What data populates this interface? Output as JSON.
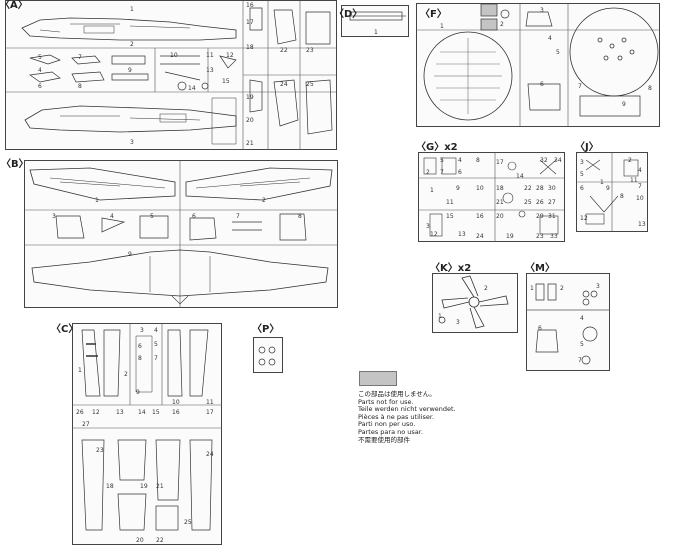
{
  "sprues": [
    {
      "id": "A",
      "label": "〈A〉"
    },
    {
      "id": "B",
      "label": "〈B〉"
    },
    {
      "id": "C",
      "label": "〈C〉"
    },
    {
      "id": "D",
      "label": "〈D〉"
    },
    {
      "id": "F",
      "label": "〈F〉"
    },
    {
      "id": "G",
      "label": "〈G〉x2"
    },
    {
      "id": "J",
      "label": "〈J〉"
    },
    {
      "id": "K",
      "label": "〈K〉x2"
    },
    {
      "id": "M",
      "label": "〈M〉"
    },
    {
      "id": "P",
      "label": "〈P〉"
    }
  ],
  "part_numbers": {
    "A": [
      "1",
      "2",
      "3",
      "4",
      "5",
      "6",
      "7",
      "8",
      "9",
      "10",
      "11",
      "12",
      "13",
      "14",
      "15",
      "16",
      "17",
      "18",
      "19",
      "20",
      "21",
      "22",
      "23",
      "24",
      "25"
    ],
    "B": [
      "1",
      "2",
      "3",
      "4",
      "5",
      "6",
      "7",
      "8",
      "9"
    ],
    "C": [
      "1",
      "2",
      "3",
      "4",
      "5",
      "6",
      "7",
      "8",
      "9",
      "10",
      "11",
      "12",
      "13",
      "14",
      "15",
      "16",
      "17",
      "18",
      "19",
      "20",
      "21",
      "22",
      "23",
      "24",
      "25",
      "26",
      "27"
    ],
    "D": [
      "1"
    ],
    "F": [
      "1",
      "2",
      "3",
      "4",
      "5",
      "6",
      "7",
      "8",
      "9"
    ],
    "G": [
      "1",
      "2",
      "3",
      "4",
      "5",
      "6",
      "7",
      "8",
      "9",
      "10",
      "11",
      "12",
      "13",
      "14",
      "15",
      "16",
      "17",
      "18",
      "19",
      "20",
      "21",
      "22",
      "23",
      "24",
      "25",
      "26",
      "27",
      "28",
      "29",
      "30",
      "31",
      "32",
      "33",
      "34"
    ],
    "J": [
      "1",
      "2",
      "3",
      "4",
      "5",
      "6",
      "7",
      "8",
      "9",
      "10",
      "11",
      "12",
      "13"
    ],
    "K": [
      "1",
      "2",
      "3"
    ],
    "M": [
      "1",
      "2",
      "3",
      "4",
      "5",
      "6",
      "7"
    ]
  },
  "legend": {
    "not_used_lines": [
      "この部品は使用しません。",
      "Parts not for use.",
      "Teile werden nicht verwendet.",
      "Pièces à ne pas utiliser.",
      "Parti non per uso.",
      "Partes para no usar.",
      "不需要使用的部件"
    ],
    "swatch_color": "#c4c4c4"
  }
}
